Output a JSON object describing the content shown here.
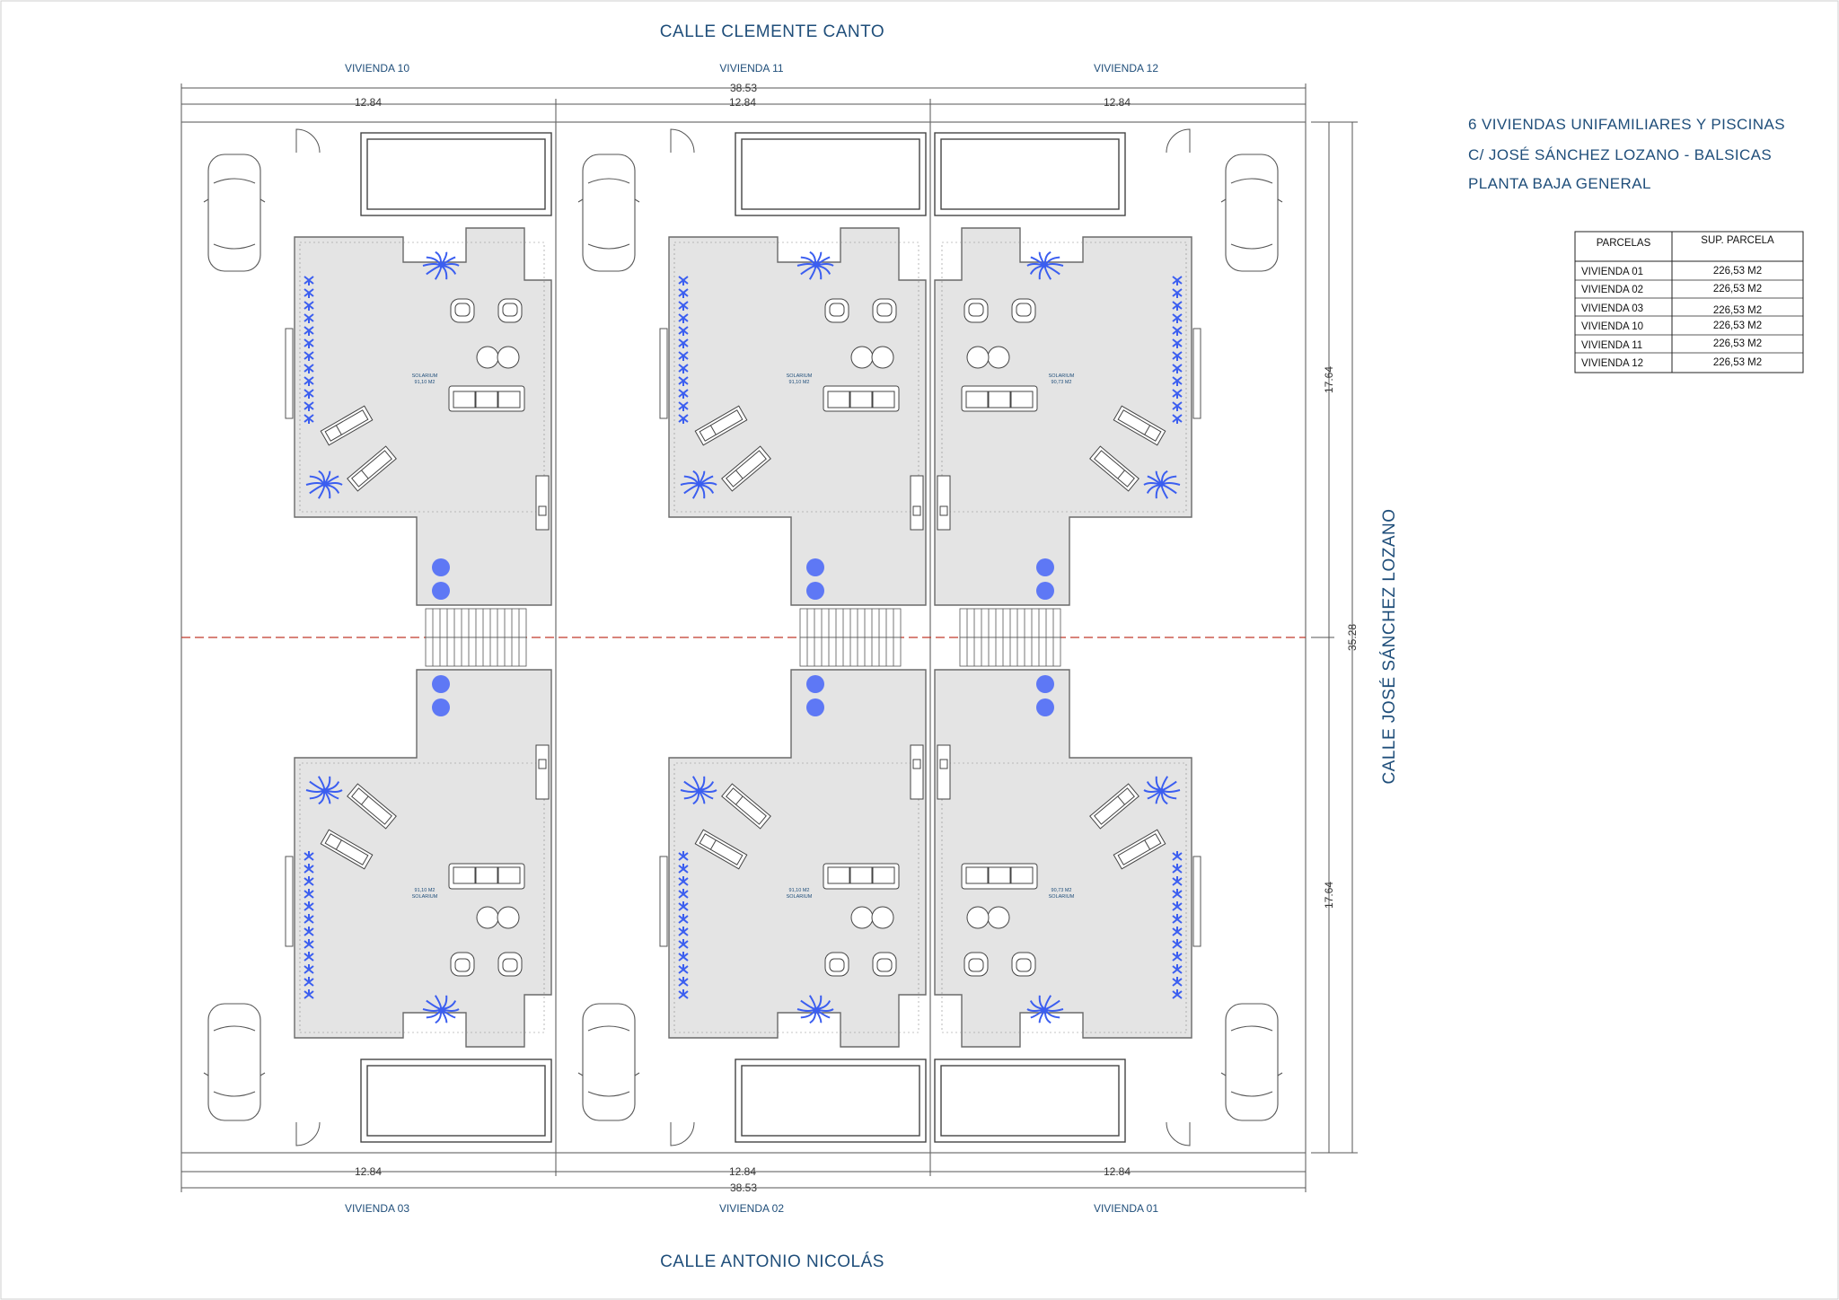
{
  "streets": {
    "top": "CALLE CLEMENTE CANTO",
    "bottom": "CALLE ANTONIO NICOLÁS",
    "right": "CALLE JOSÉ SÁNCHEZ LOZANO"
  },
  "units_top": [
    "VIVIENDA 10",
    "VIVIENDA 11",
    "VIVIENDA 12"
  ],
  "units_bottom": [
    "VIVIENDA 03",
    "VIVIENDA 02",
    "VIVIENDA 01"
  ],
  "dimensions": {
    "total_width": "38.53",
    "plot_width": "12.84",
    "plot_depth": "17.64",
    "total_depth": "35.28"
  },
  "room_labels": [
    "SOLARIUM",
    "91,10 M2",
    "91,10 M2",
    "90,73 M2"
  ],
  "title_block": {
    "lines": [
      "6 VIVIENDAS UNIFAMILIARES Y PISCINAS",
      "C/ JOSÉ SÁNCHEZ LOZANO - BALSICAS",
      "PLANTA BAJA GENERAL"
    ]
  },
  "parcel_table": {
    "headers": [
      "PARCELAS",
      "SUP. PARCELA"
    ],
    "rows": [
      [
        "VIVIENDA 01",
        "226,53 M2"
      ],
      [
        "VIVIENDA 02",
        "226,53 M2"
      ],
      [
        "VIVIENDA 03",
        "226,53 M2"
      ],
      [
        "VIVIENDA 10",
        "226,53 M2"
      ],
      [
        "VIVIENDA 11",
        "226,53 M2"
      ],
      [
        "VIVIENDA 12",
        "226,53 M2"
      ]
    ]
  },
  "colors": {
    "label_text": "#1f4e7a",
    "plants": "#3b5ef0",
    "solarium_fill": "#e4e4e4",
    "party_wall_dash": "#c0392b"
  }
}
